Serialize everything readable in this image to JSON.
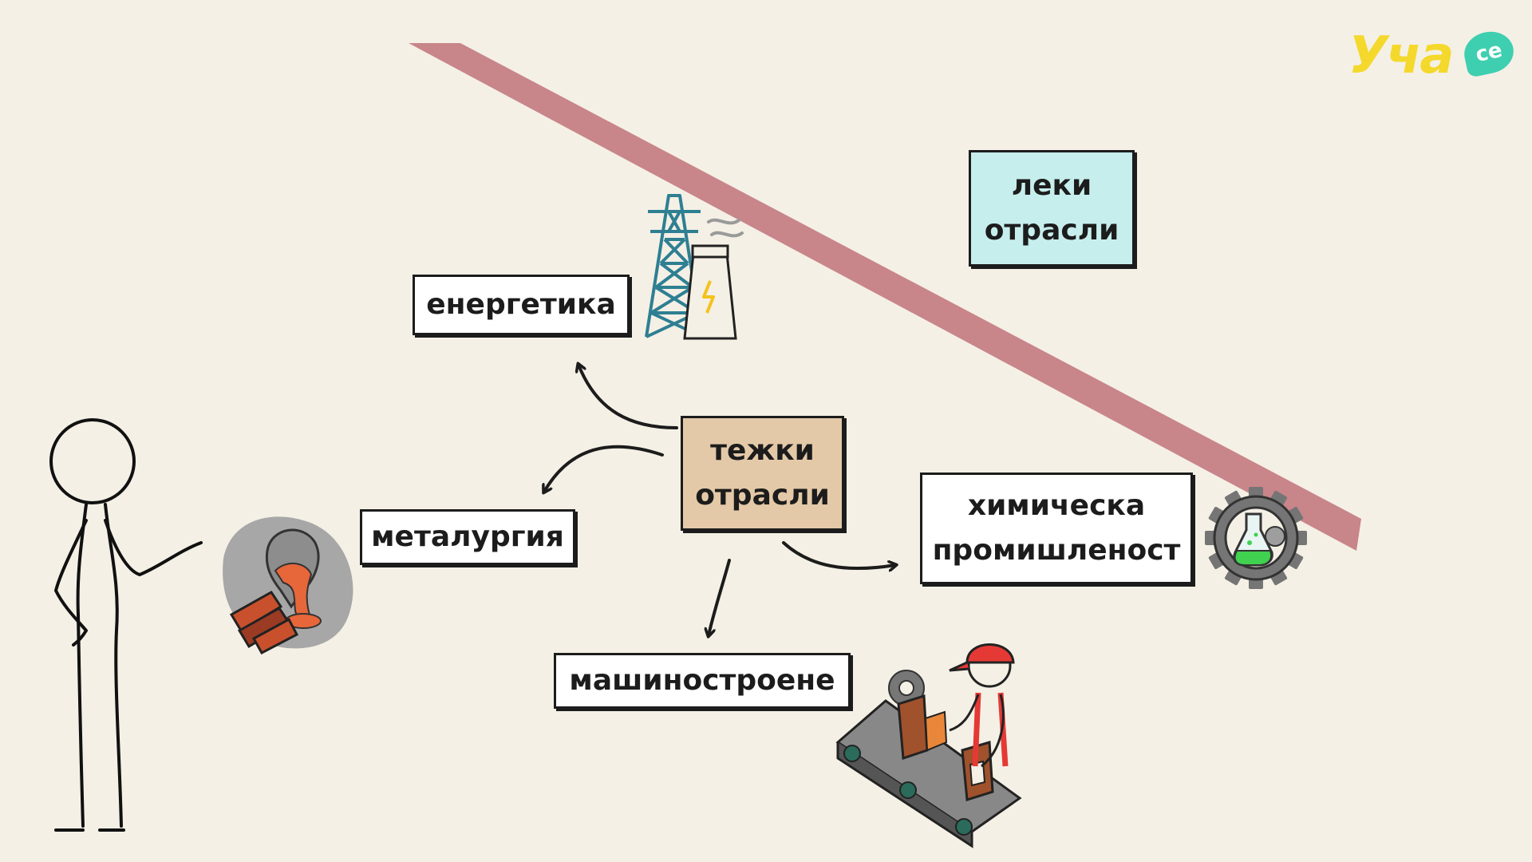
{
  "labels": {
    "energetika": "енергетика",
    "metalurgia": "металургия",
    "tezhki_line1": "тежки",
    "tezhki_line2": "отрасли",
    "leki_line1": "леки",
    "leki_line2": "отрасли",
    "himicheska_line1": "химическа",
    "himicheska_line2": "промишленост",
    "mashinostroene": "машиностроене"
  },
  "logo": {
    "text": "Уча",
    "badge": "се"
  },
  "colors": {
    "background": "#f5f0e6",
    "divider": "#c9868a",
    "heavy_box": "#e3c9a8",
    "light_box": "#c6eeec",
    "logo_yellow": "#f4d92c",
    "logo_teal": "#3ecfb0",
    "molten_metal": "#e8673a",
    "worker_cap": "#e53935",
    "tower_blue": "#2f7f93"
  },
  "icons": [
    "stick-figure-icon",
    "power-plant-icon",
    "metallurgy-icon",
    "chemistry-gear-icon",
    "factory-worker-icon"
  ]
}
